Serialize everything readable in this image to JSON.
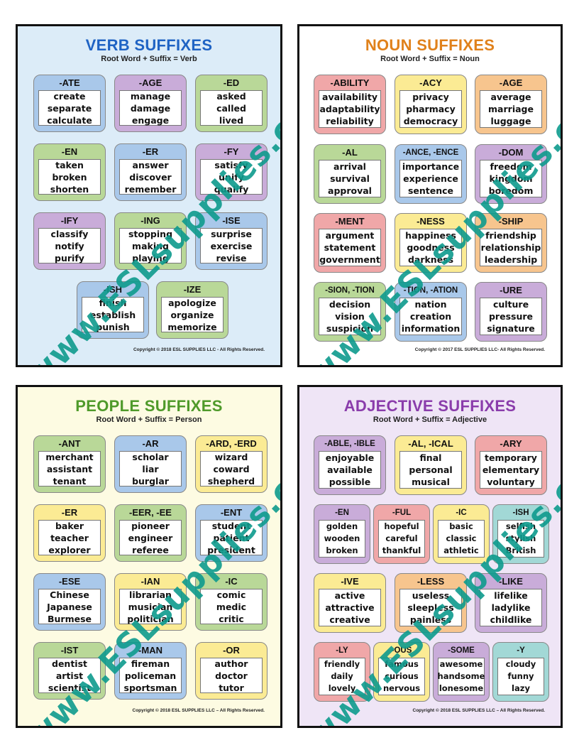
{
  "colors": {
    "blue": "#a9c8ea",
    "purple": "#c9acd9",
    "green": "#b9d898",
    "pink": "#f0a7a8",
    "yellow": "#fbeb94",
    "orange": "#f7c58e",
    "teal": "#a2d8d6",
    "watermark": "#0e9b8d"
  },
  "watermark": "www.ESLsupplies.com",
  "posters": [
    {
      "id": "verb",
      "title": "VERB SUFFIXES",
      "title_color": "#1f63c4",
      "bg": "#dcecf8",
      "subtitle": "Root Word + Suffix = Verb",
      "copyright": "Copyright © 2018 ESL SUPPLIES LLC - All Rights Reserved.",
      "cards": [
        {
          "suffix": "-ATE",
          "color": "blue",
          "words": [
            "create",
            "separate",
            "calculate"
          ]
        },
        {
          "suffix": "-AGE",
          "color": "purple",
          "words": [
            "manage",
            "damage",
            "engage"
          ]
        },
        {
          "suffix": "-ED",
          "color": "green",
          "words": [
            "asked",
            "called",
            "lived"
          ]
        },
        {
          "suffix": "-EN",
          "color": "green",
          "words": [
            "taken",
            "broken",
            "shorten"
          ]
        },
        {
          "suffix": "-ER",
          "color": "blue",
          "words": [
            "answer",
            "discover",
            "remember"
          ]
        },
        {
          "suffix": "-FY",
          "color": "purple",
          "words": [
            "satisfy",
            "unify",
            "qualify"
          ]
        },
        {
          "suffix": "-IFY",
          "color": "purple",
          "words": [
            "classify",
            "notify",
            "purify"
          ]
        },
        {
          "suffix": "-ING",
          "color": "green",
          "words": [
            "stopping",
            "making",
            "playing"
          ]
        },
        {
          "suffix": "-ISE",
          "color": "blue",
          "words": [
            "surprise",
            "exercise",
            "revise"
          ]
        },
        {
          "suffix": "-ISH",
          "color": "blue",
          "words": [
            "finish",
            "establish",
            "punish"
          ]
        },
        {
          "suffix": "-IZE",
          "color": "green",
          "words": [
            "apologize",
            "organize",
            "memorize"
          ]
        }
      ]
    },
    {
      "id": "noun",
      "title": "NOUN SUFFIXES",
      "title_color": "#e0811b",
      "bg": "#ffffff",
      "subtitle": "Root Word + Suffix = Noun",
      "copyright": "Copyright © 2017 ESL SUPPLIES LLC- All Rights Reserved.",
      "cards": [
        {
          "suffix": "-ABILITY",
          "color": "pink",
          "words": [
            "availability",
            "adaptability",
            "reliability"
          ]
        },
        {
          "suffix": "-ACY",
          "color": "yellow",
          "words": [
            "privacy",
            "pharmacy",
            "democracy"
          ]
        },
        {
          "suffix": "-AGE",
          "color": "orange",
          "words": [
            "average",
            "marriage",
            "luggage"
          ]
        },
        {
          "suffix": "-AL",
          "color": "green",
          "words": [
            "arrival",
            "survival",
            "approval"
          ]
        },
        {
          "suffix": "-ANCE, -ENCE",
          "color": "blue",
          "words": [
            "importance",
            "experience",
            "sentence"
          ]
        },
        {
          "suffix": "-DOM",
          "color": "purple",
          "words": [
            "freedom",
            "kingdom",
            "boredom"
          ]
        },
        {
          "suffix": "-MENT",
          "color": "pink",
          "words": [
            "argument",
            "statement",
            "government"
          ]
        },
        {
          "suffix": "-NESS",
          "color": "yellow",
          "words": [
            "happiness",
            "goodness",
            "darkness"
          ]
        },
        {
          "suffix": "-SHIP",
          "color": "orange",
          "words": [
            "friendship",
            "relationship",
            "leadership"
          ]
        },
        {
          "suffix": "-SION, -TION",
          "color": "green",
          "words": [
            "decision",
            "vision",
            "suspicion"
          ]
        },
        {
          "suffix": "-TION, -ATION",
          "color": "blue",
          "words": [
            "nation",
            "creation",
            "information"
          ]
        },
        {
          "suffix": "-URE",
          "color": "purple",
          "words": [
            "culture",
            "pressure",
            "signature"
          ]
        }
      ]
    },
    {
      "id": "people",
      "title": "PEOPLE  SUFFIXES",
      "title_color": "#4f9a2a",
      "bg": "#fdfbe2",
      "subtitle": "Root Word + Suffix = Person",
      "copyright": "Copyright © 2018 ESL SUPPLIES LLC – All Rights Reserved.",
      "cards": [
        {
          "suffix": "-ANT",
          "color": "green",
          "words": [
            "merchant",
            "assistant",
            "tenant"
          ]
        },
        {
          "suffix": "-AR",
          "color": "blue",
          "words": [
            "scholar",
            "liar",
            "burglar"
          ]
        },
        {
          "suffix": "-ARD, -ERD",
          "color": "yellow",
          "words": [
            "wizard",
            "coward",
            "shepherd"
          ]
        },
        {
          "suffix": "-ER",
          "color": "yellow",
          "words": [
            "baker",
            "teacher",
            "explorer"
          ]
        },
        {
          "suffix": "-EER, -EE",
          "color": "green",
          "words": [
            "pioneer",
            "engineer",
            "referee"
          ]
        },
        {
          "suffix": "-ENT",
          "color": "blue",
          "words": [
            "student",
            "patient",
            "president"
          ]
        },
        {
          "suffix": "-ESE",
          "color": "blue",
          "words": [
            "Chinese",
            "Japanese",
            "Burmese"
          ]
        },
        {
          "suffix": "-IAN",
          "color": "yellow",
          "words": [
            "librarian",
            "musician",
            "politician"
          ]
        },
        {
          "suffix": "-IC",
          "color": "green",
          "words": [
            "comic",
            "medic",
            "critic"
          ]
        },
        {
          "suffix": "-IST",
          "color": "green",
          "words": [
            "dentist",
            "artist",
            "scientist"
          ]
        },
        {
          "suffix": "-MAN",
          "color": "blue",
          "words": [
            "fireman",
            "policeman",
            "sportsman"
          ]
        },
        {
          "suffix": "-OR",
          "color": "yellow",
          "words": [
            "author",
            "doctor",
            "tutor"
          ]
        }
      ]
    },
    {
      "id": "adjective",
      "title": "ADJECTIVE SUFFIXES",
      "title_color": "#8a3cab",
      "bg": "#efe5f6",
      "subtitle": "Root Word + Suffix = Adjective",
      "copyright": "Copyright © 2018 ESL SUPPLIES LLC – All Rights Reserved.",
      "cards": [
        {
          "suffix": "-ABLE, -IBLE",
          "color": "purple",
          "words": [
            "enjoyable",
            "available",
            "possible"
          ]
        },
        {
          "suffix": "-AL, -ICAL",
          "color": "yellow",
          "words": [
            "final",
            "personal",
            "musical"
          ]
        },
        {
          "suffix": "-ARY",
          "color": "pink",
          "words": [
            "temporary",
            "elementary",
            "voluntary"
          ]
        },
        {
          "suffix": "-EN",
          "color": "purple",
          "words": [
            "golden",
            "wooden",
            "broken"
          ]
        },
        {
          "suffix": "-FUL",
          "color": "pink",
          "words": [
            "hopeful",
            "careful",
            "thankful"
          ]
        },
        {
          "suffix": "-IC",
          "color": "yellow",
          "words": [
            "basic",
            "classic",
            "athletic"
          ]
        },
        {
          "suffix": "-ISH",
          "color": "teal",
          "words": [
            "selfish",
            "stylish",
            "British"
          ]
        },
        {
          "suffix": "-IVE",
          "color": "yellow",
          "words": [
            "active",
            "attractive",
            "creative"
          ]
        },
        {
          "suffix": "-LESS",
          "color": "orange",
          "words": [
            "useless",
            "sleepless",
            "painless"
          ]
        },
        {
          "suffix": "-LIKE",
          "color": "purple",
          "words": [
            "lifelike",
            "ladylike",
            "childlike"
          ]
        },
        {
          "suffix": "-LY",
          "color": "pink",
          "words": [
            "friendly",
            "daily",
            "lovely"
          ]
        },
        {
          "suffix": "-OUS",
          "color": "yellow",
          "words": [
            "famous",
            "curious",
            "nervous"
          ]
        },
        {
          "suffix": "-SOME",
          "color": "purple",
          "words": [
            "awesome",
            "handsome",
            "lonesome"
          ]
        },
        {
          "suffix": "-Y",
          "color": "teal",
          "words": [
            "cloudy",
            "funny",
            "lazy"
          ]
        }
      ]
    }
  ]
}
